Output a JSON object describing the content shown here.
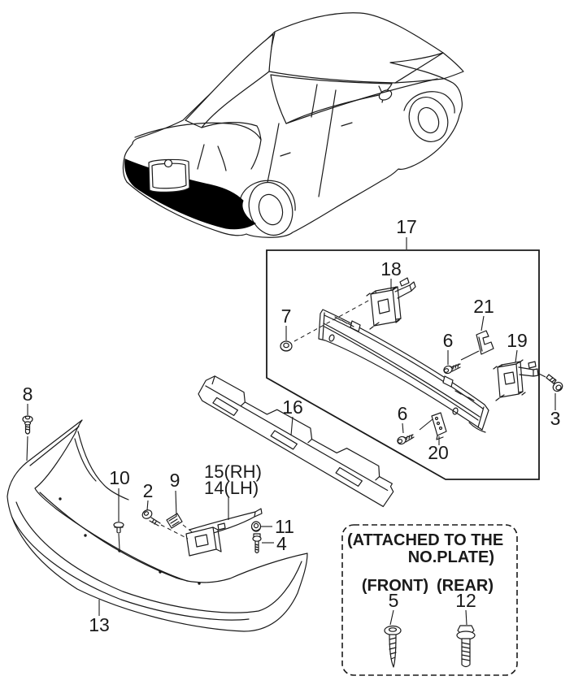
{
  "diagram": {
    "type": "exploded-parts-diagram",
    "subject": "rear bumper assembly",
    "callouts": {
      "c17": "17",
      "c18": "18",
      "c7": "7",
      "c6a": "6",
      "c21": "21",
      "c19": "19",
      "c3": "3",
      "c16": "16",
      "c6b": "6",
      "c20": "20",
      "c8": "8",
      "c10": "10",
      "c2": "2",
      "c9": "9",
      "c15": "15(RH)",
      "c14": "14(LH)",
      "c11": "11",
      "c4": "4",
      "c13": "13",
      "c5": "5",
      "c12": "12"
    },
    "note_box": {
      "line1": "(ATTACHED TO THE",
      "line2": "NO.PLATE)",
      "front_label": "(FRONT)",
      "rear_label": "(REAR)"
    },
    "colors": {
      "line": "#1a1a1a",
      "background": "#ffffff",
      "shaded_bumper_fill": "#000000"
    }
  }
}
